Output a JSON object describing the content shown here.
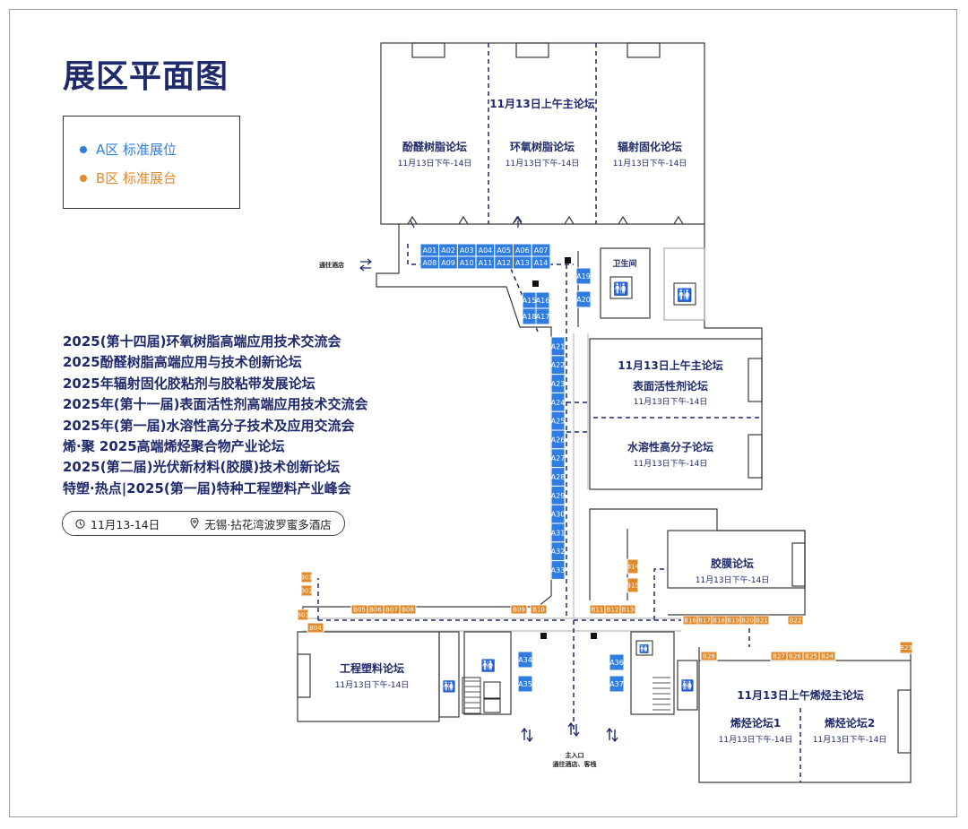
{
  "title": "展区平面图",
  "legend": {
    "a_label": "A区 标准展位",
    "b_label": "B区 标准展台",
    "a_color": "#2f7de1",
    "b_color": "#e08a2a"
  },
  "events": [
    "2025(第十四届)环氧树脂高端应用技术交流会",
    "2025酚醛树脂高端应用与技术创新论坛",
    "2025年辐射固化胶粘剂与胶粘带发展论坛",
    "2025年(第十一届)表面活性剂高端应用技术交流会",
    "2025年(第一届)水溶性高分子技术及应用交流会",
    "烯·聚 2025高端烯烃聚合物产业论坛",
    "2025(第二届)光伏新材料(胶膜)技术创新论坛",
    "特塑·热点|2025(第一届)特种工程塑料产业峰会"
  ],
  "info": {
    "date": "11月13-14日",
    "venue": "无锡·拈花湾波罗蜜多酒店",
    "clock_icon": "clock-icon",
    "location_icon": "location-pin-icon"
  },
  "rooms": {
    "main_forum_top": "11月13日上午主论坛",
    "phenolic": "酚醛树脂论坛",
    "epoxy": "环氧树脂论坛",
    "radiation": "辐射固化论坛",
    "surfactant_main": "11月13日上午主论坛",
    "surfactant": "表面活性剂论坛",
    "waterborne": "水溶性高分子论坛",
    "film": "胶膜论坛",
    "engineering": "工程塑料论坛",
    "olefin_main": "11月13日上午烯烃主论坛",
    "olefin1": "烯烃论坛1",
    "olefin2": "烯烃论坛2",
    "restroom": "卫生间",
    "session_time": "11月13日下午-14日"
  },
  "labels": {
    "to_hotel": "通往酒店",
    "main_entrance": "主入口",
    "main_entrance_sub": "通往酒店、客栈"
  },
  "booths_a": [
    "A01",
    "A02",
    "A03",
    "A04",
    "A05",
    "A06",
    "A07",
    "A08",
    "A09",
    "A10",
    "A11",
    "A12",
    "A13",
    "A14",
    "A15",
    "A16",
    "A17",
    "A18",
    "A19",
    "A20",
    "A21",
    "A22",
    "A23",
    "A24",
    "A25",
    "A26",
    "A27",
    "A28",
    "A29",
    "A30",
    "A31",
    "A32",
    "A33",
    "A34",
    "A35",
    "A36",
    "A37"
  ],
  "booths_b": [
    "B01",
    "B02",
    "B03",
    "B04",
    "B05",
    "B06",
    "B07",
    "B08",
    "B09",
    "B10",
    "B11",
    "B12",
    "B13",
    "B14",
    "B15",
    "B16",
    "B17",
    "B18",
    "B19",
    "B20",
    "B21",
    "B22",
    "B23",
    "B24",
    "B25",
    "B26",
    "B27",
    "B28"
  ]
}
